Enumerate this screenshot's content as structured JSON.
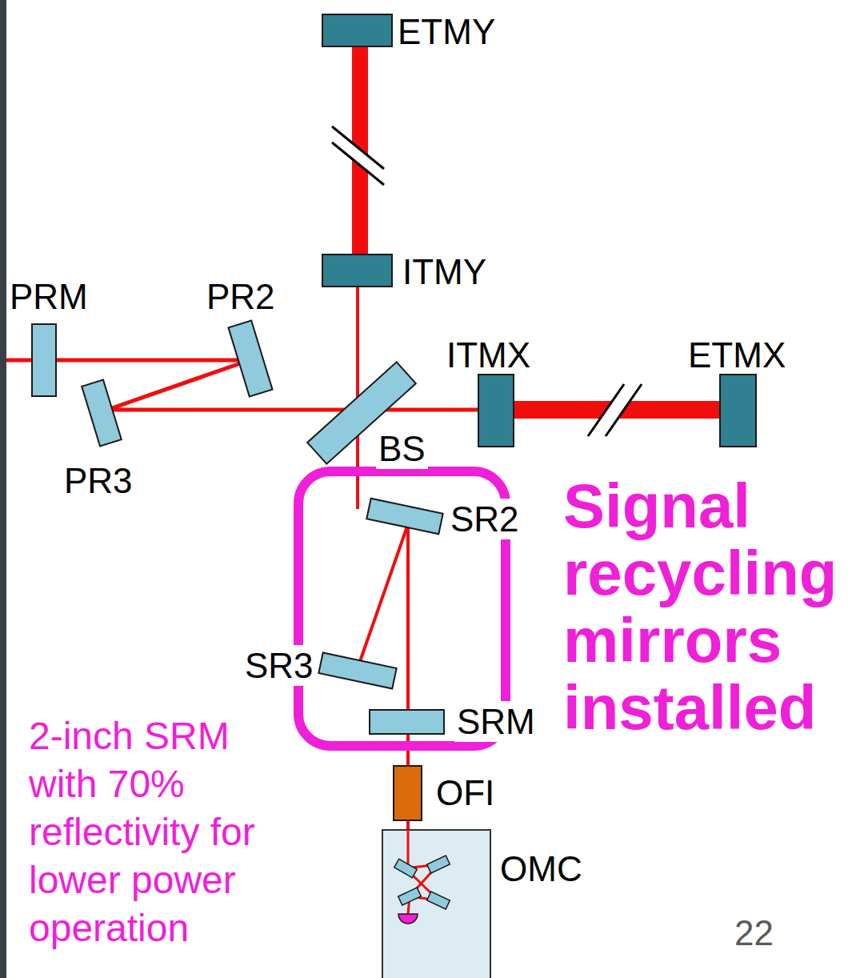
{
  "diagram": {
    "labels": [
      "ETMY",
      "ITMY",
      "PRM",
      "PR2",
      "ITMX",
      "ETMX",
      "BS",
      "PR3",
      "SR2",
      "Signal recycling mirrors installed",
      "SR3",
      "SRM",
      "2-inch SRM with 70% reflectivity for lower power operation",
      "OFI",
      "OMC",
      "22"
    ]
  }
}
